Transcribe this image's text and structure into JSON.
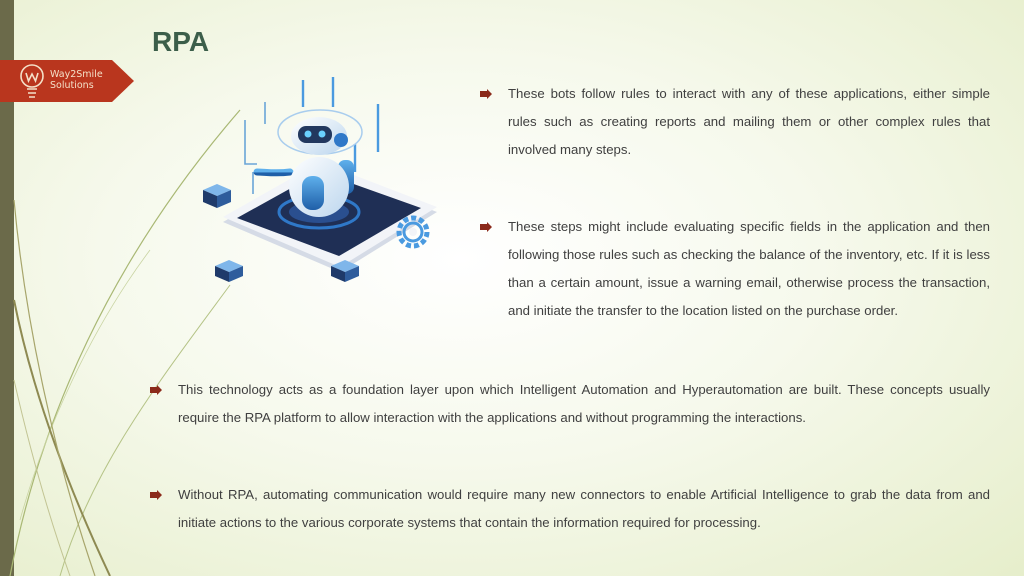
{
  "slide": {
    "title": "RPA",
    "logo": {
      "line1": "Way2Smile",
      "line2": "Solutions",
      "color": "#b9361e"
    },
    "illustration": "robot-on-tablet",
    "bullets": [
      "These bots follow rules to interact with any of these applications, either simple rules such as creating reports and mailing them or other complex rules that involved many steps.",
      "These steps might include evaluating specific fields in the application and then following those rules such as checking the balance of the inventory, etc. If it is less than a certain amount, issue a warning email, otherwise process the transaction, and initiate the transfer to the location listed on the purchase order.",
      "This technology acts as a foundation layer upon which Intelligent Automation and Hyperautomation are built. These concepts usually require the RPA platform to allow interaction with the applications and without programming the interactions.",
      "Without RPA, automating communication would require many new connectors to enable Artificial Intelligence to grab the data from and initiate actions to the various corporate systems that contain the information required for processing."
    ],
    "bullet_icon": "arrow-bullet-icon",
    "colors": {
      "title": "#3c5e4a",
      "bullet_arrow": "#8b2a1a",
      "accent_bar": "#6b6a4a"
    }
  }
}
